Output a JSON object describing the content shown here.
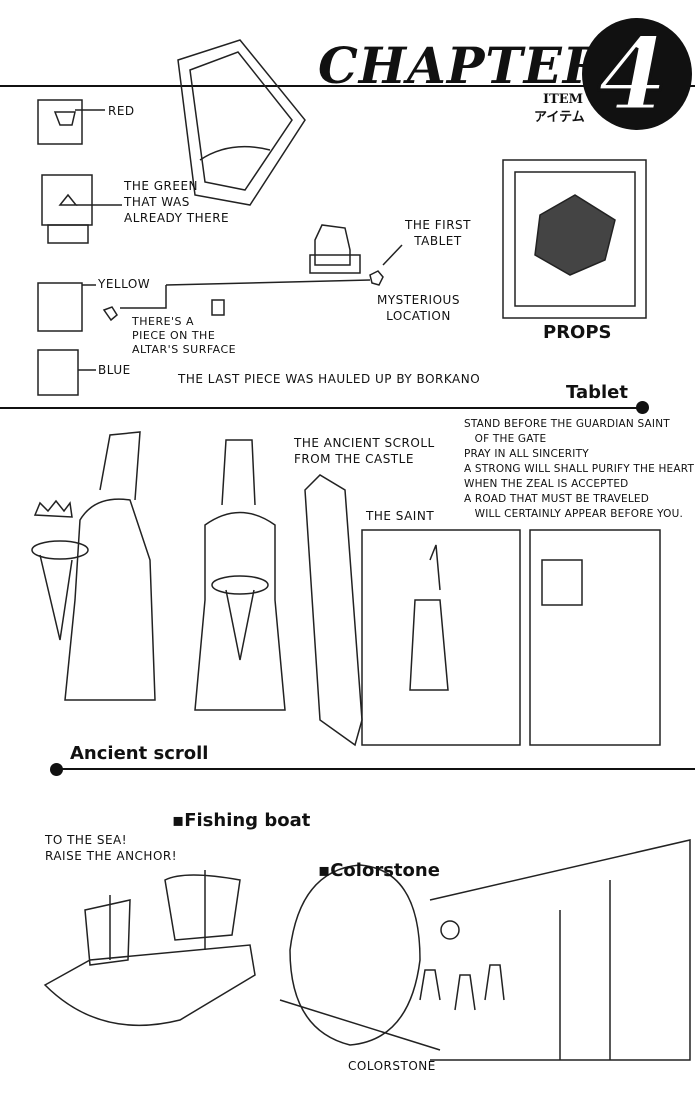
{
  "header": {
    "chapter": "CHAPTER",
    "number": "4",
    "item_en": "ITEM",
    "item_jp": "アイテム"
  },
  "tablet_section": {
    "red": "RED",
    "green": "THE GREEN\nTHAT WAS\nALREADY THERE",
    "yellow": "YELLOW",
    "piece_note": "THERE'S A\nPIECE ON THE\nALTAR'S SURFACE",
    "blue": "BLUE",
    "last_piece": "THE LAST PIECE WAS HAULED UP BY BORKANO",
    "first_tablet": "THE FIRST\nTABLET",
    "mysterious": "MYSTERIOUS\nLOCATION",
    "props": "PROPS",
    "heading": "Tablet"
  },
  "scroll_section": {
    "scroll_note": "THE ANCIENT SCROLL\nFROM THE CASTLE",
    "saint": "THE SAINT",
    "poem": "STAND BEFORE THE GUARDIAN SAINT\n   OF THE GATE\nPRAY IN ALL SINCERITY\nA STRONG WILL SHALL PURIFY THE HEART\nWHEN THE ZEAL IS ACCEPTED\nA ROAD THAT MUST BE TRAVELED\n   WILL CERTAINLY APPEAR BEFORE YOU.",
    "heading": "Ancient scroll"
  },
  "bottom_section": {
    "boat_heading": "Fishing boat",
    "boat_note": "TO THE SEA!\nRAISE THE ANCHOR!",
    "colorstone_heading": "Colorstone",
    "colorstone_caption": "COLORSTONE"
  }
}
